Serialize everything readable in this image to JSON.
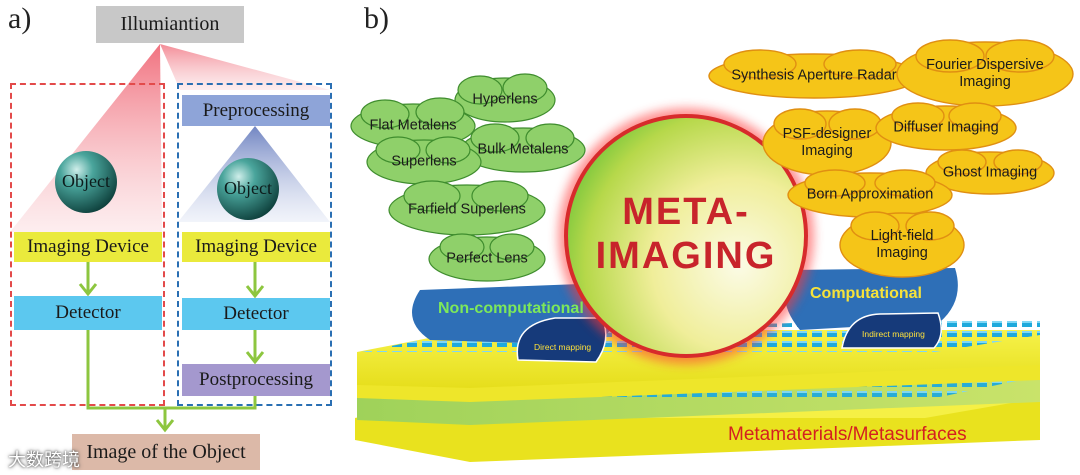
{
  "panel_a": {
    "label": "a)",
    "illumination": "Illumiantion",
    "left_column": {
      "object": "Object",
      "imaging_device": "Imaging Device",
      "detector": "Detector"
    },
    "right_column": {
      "preprocessing": "Preprocessing",
      "object": "Object",
      "imaging_device": "Imaging Device",
      "detector": "Detector",
      "postprocessing": "Postprocessing"
    },
    "result": "Image of the Object",
    "colors": {
      "red_dash": "#e34a4a",
      "blue_dash": "#2a6fb3",
      "arrow_green": "#8dc63f"
    }
  },
  "panel_b": {
    "label": "b)",
    "center_title_line1": "META-",
    "center_title_line2": "IMAGING",
    "non_computational": "Non-computational",
    "computational": "Computational",
    "direct_mapping": "Direct mapping",
    "indirect_mapping": "Indirect mapping",
    "base_label": "Metamaterials/Metasurfaces",
    "green_clouds": [
      {
        "label": "Hyperlens"
      },
      {
        "label": "Flat Metalens"
      },
      {
        "label": "Bulk Metalens"
      },
      {
        "label": "Superlens"
      },
      {
        "label": "Farfield Superlens"
      },
      {
        "label": "Perfect Lens"
      }
    ],
    "yellow_clouds": [
      {
        "label": "Synthesis Aperture Radar"
      },
      {
        "label": "Fourier Dispersive Imaging"
      },
      {
        "label": "PSF-designer Imaging"
      },
      {
        "label": "Diffuser Imaging"
      },
      {
        "label": "Ghost Imaging"
      },
      {
        "label": "Born Approximation"
      },
      {
        "label": "Light-field Imaging"
      }
    ],
    "colors": {
      "green_cloud": "#8fd06a",
      "yellow_cloud": "#f5c518",
      "red_title": "#c8242b",
      "platform_blue": "#2e6fb7",
      "slab_yellow": "#f3ef2c",
      "bump_blue": "#1fa9dc"
    }
  },
  "watermark": "大数跨境"
}
